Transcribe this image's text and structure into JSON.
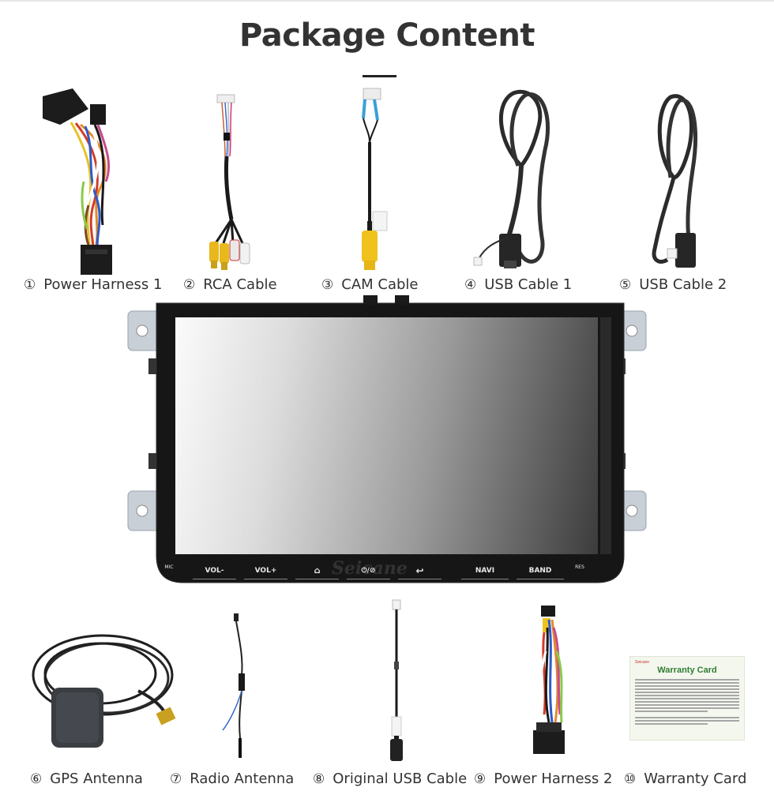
{
  "page": {
    "title": "Package Content"
  },
  "items": [
    {
      "num": "①",
      "label": "Power Harness 1"
    },
    {
      "num": "②",
      "label": "RCA Cable"
    },
    {
      "num": "③",
      "label": "CAM Cable"
    },
    {
      "num": "④",
      "label": "USB Cable 1"
    },
    {
      "num": "⑤",
      "label": "USB Cable 2"
    },
    {
      "num": "⑥",
      "label": "GPS Antenna"
    },
    {
      "num": "⑦",
      "label": "Radio Antenna"
    },
    {
      "num": "⑧",
      "label": "Original USB Cable"
    },
    {
      "num": "⑨",
      "label": "Power Harness 2"
    },
    {
      "num": "⑩",
      "label": "Warranty Card"
    }
  ],
  "head_unit": {
    "buttons": [
      "MIC",
      "VOL-",
      "VOL+",
      "⌂",
      "⏻/⊘",
      "↩",
      "NAVI",
      "BAND",
      "RES"
    ],
    "watermark": "Seicane"
  },
  "warranty_card": {
    "brand": "Seicane",
    "title": "Warranty Card"
  },
  "colors": {
    "text": "#333333",
    "card_title": "#2f7d32",
    "card_brand": "#c8342c"
  }
}
